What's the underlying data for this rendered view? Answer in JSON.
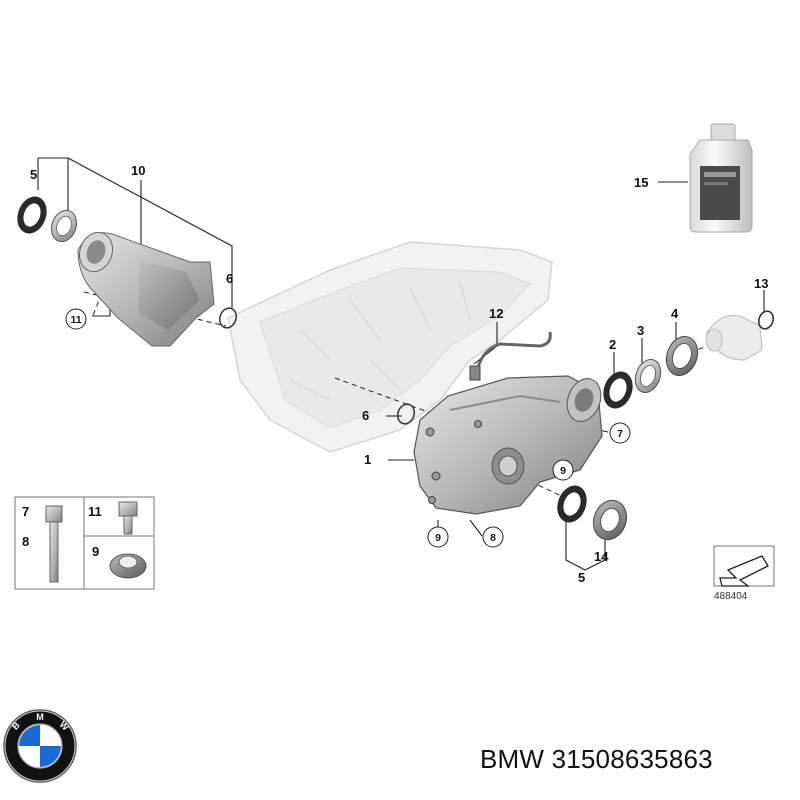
{
  "diagram": {
    "callouts": {
      "c1": "1",
      "c2": "2",
      "c3": "3",
      "c4": "4",
      "c5a": "5",
      "c5b": "5",
      "c6a": "6",
      "c6b": "6",
      "c7a": "7",
      "c7b": "7",
      "c8a": "8",
      "c8b": "8",
      "c9a": "9",
      "c9b": "9",
      "c9c": "9",
      "c10": "10",
      "c11a": "11",
      "c11b": "11",
      "c12": "12",
      "c13": "13",
      "c14": "14",
      "c15": "15"
    },
    "reference_code": "488404"
  },
  "logo": {
    "letters": [
      "B",
      "M",
      "W"
    ],
    "colors": {
      "blue": "#1c69d4",
      "ring": "#111111"
    }
  },
  "caption": {
    "text": "BMW 31508635863"
  }
}
